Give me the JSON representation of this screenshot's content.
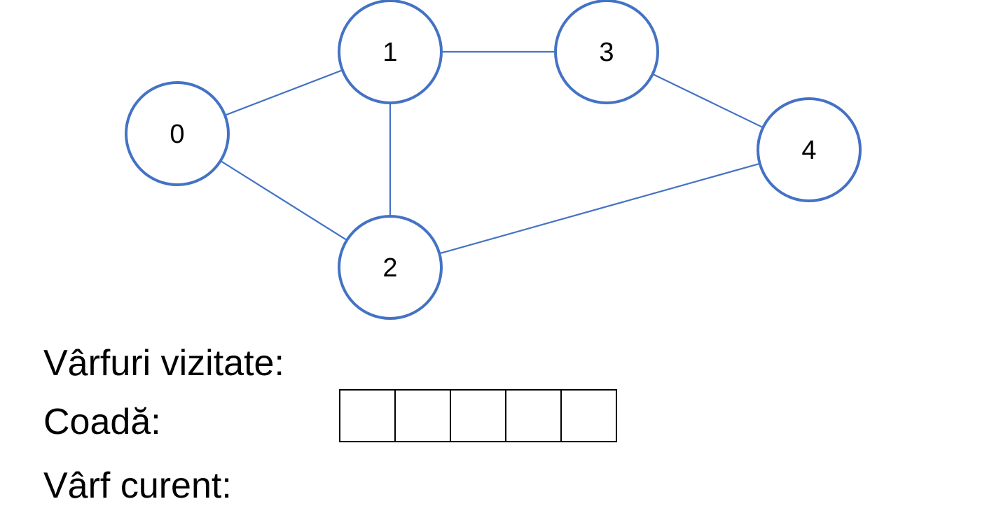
{
  "graph": {
    "nodes": [
      {
        "id": "0",
        "label": "0"
      },
      {
        "id": "1",
        "label": "1"
      },
      {
        "id": "2",
        "label": "2"
      },
      {
        "id": "3",
        "label": "3"
      },
      {
        "id": "4",
        "label": "4"
      }
    ],
    "edges": [
      [
        "0",
        "1"
      ],
      [
        "0",
        "2"
      ],
      [
        "1",
        "2"
      ],
      [
        "1",
        "3"
      ],
      [
        "3",
        "4"
      ],
      [
        "2",
        "4"
      ]
    ],
    "colors": {
      "node_stroke": "#4472c4",
      "edge": "#4472c4",
      "text": "#000000"
    }
  },
  "labels": {
    "visited": "Vârfuri vizitate:",
    "queue": "Coadă:",
    "current": "Vârf curent:"
  },
  "queue": {
    "cells": [
      "",
      "",
      "",
      "",
      ""
    ]
  }
}
